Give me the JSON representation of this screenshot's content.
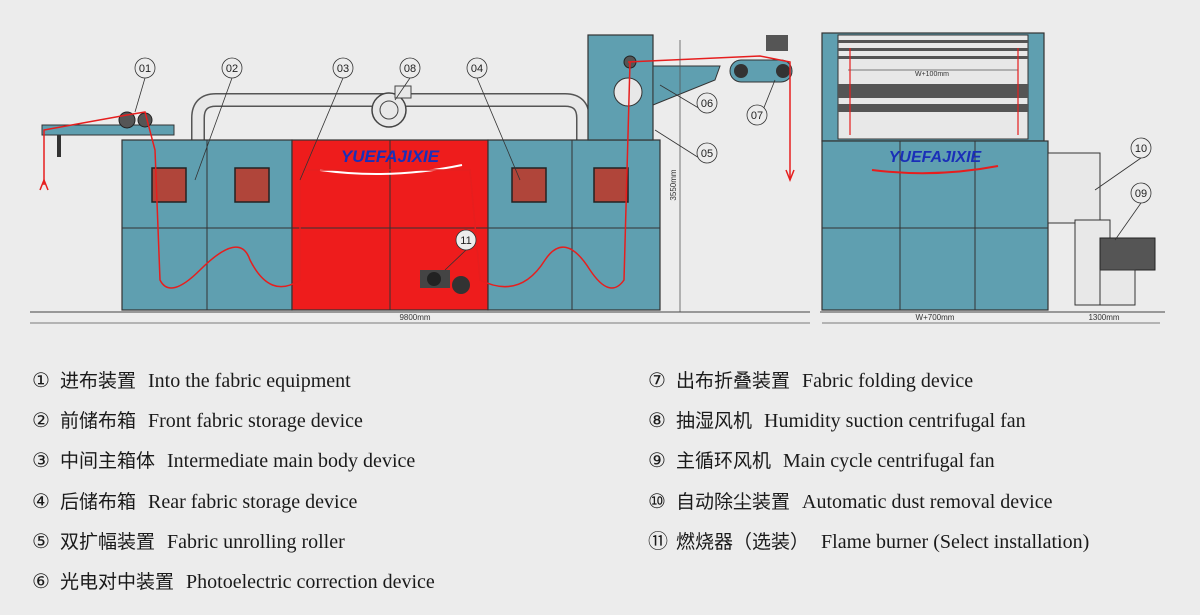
{
  "colors": {
    "body_blue": "#5f9fb0",
    "main_red": "#ee1c1c",
    "fabric_red": "#e61e1e",
    "line_dark": "#333333",
    "background": "#ececec",
    "brand_blue": "#1a2fb8"
  },
  "drawing": {
    "brand_front": "YUEFAJIXIE",
    "brand_side": "YUEFAJIXIE",
    "callouts": [
      "01",
      "02",
      "03",
      "08",
      "04",
      "06",
      "07",
      "05",
      "11",
      "10",
      "09"
    ],
    "dim_total_length": "9800mm",
    "dim_height": "3550mm",
    "dim_width": "W+700mm",
    "dim_fan": "1300mm",
    "dim_inner_width": "W+100mm"
  },
  "legend": {
    "left": [
      {
        "num": "①",
        "cn": "进布装置",
        "en": "Into the fabric equipment"
      },
      {
        "num": "②",
        "cn": "前储布箱",
        "en": "Front fabric storage device"
      },
      {
        "num": "③",
        "cn": "中间主箱体",
        "en": "Intermediate main body device"
      },
      {
        "num": "④",
        "cn": "后储布箱",
        "en": "Rear fabric storage device"
      },
      {
        "num": "⑤",
        "cn": "双扩幅装置",
        "en": "Fabric unrolling roller"
      },
      {
        "num": "⑥",
        "cn": "光电对中装置",
        "en": "Photoelectric correction device"
      }
    ],
    "right": [
      {
        "num": "⑦",
        "cn": "出布折叠装置",
        "en": "Fabric folding device"
      },
      {
        "num": "⑧",
        "cn": "抽湿风机",
        "en": "Humidity suction centrifugal fan"
      },
      {
        "num": "⑨",
        "cn": "主循环风机",
        "en": "Main cycle centrifugal fan"
      },
      {
        "num": "⑩",
        "cn": "自动除尘装置",
        "en": "Automatic dust removal device"
      },
      {
        "num": "⑪",
        "cn": "燃烧器（选装）",
        "en": "Flame burner (Select installation)"
      }
    ]
  }
}
